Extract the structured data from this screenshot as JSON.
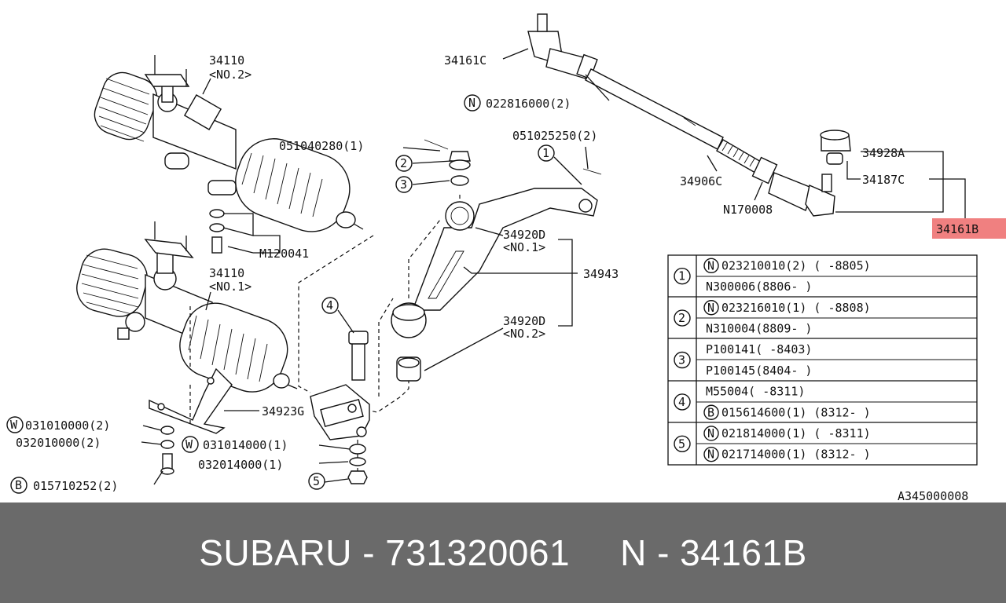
{
  "labels": {
    "p34110_a": "34110",
    "p34110_a_sub": "<NO.2>",
    "p34110_b": "34110",
    "p34110_b_sub": "<NO.1>",
    "p051040280": "051040280(1)",
    "pM120041": "M120041",
    "p34161C": "34161C",
    "p022816000": "022816000(2)",
    "p051025250": "051025250(2)",
    "p34928A": "34928A",
    "p34187C": "34187C",
    "p34906C": "34906C",
    "pN170008": "N170008",
    "p34161B": "34161B",
    "p34920D_a": "34920D",
    "p34920D_a_sub": "<NO.1>",
    "p34943": "34943",
    "p34920D_b": "34920D",
    "p34920D_b_sub": "<NO.2>",
    "p34923G": "34923G",
    "p031010000": "031010000(2)",
    "p032010000": "032010000(2)",
    "p031014000": "031014000(1)",
    "p032014000": "032014000(1)",
    "p015710252": "015710252(2)",
    "n1": "1",
    "n2": "2",
    "n3": "3",
    "n4": "4",
    "n5": "5",
    "circ_N": "N",
    "circ_W": "W",
    "circ_B": "B",
    "diagram_code": "A345000008"
  },
  "legend": [
    {
      "num": "1",
      "rows": [
        {
          "prefix": "N",
          "text": "023210010(2) (  -8805)"
        },
        {
          "prefix": "",
          "text": "N300006(8806-  )"
        }
      ]
    },
    {
      "num": "2",
      "rows": [
        {
          "prefix": "N",
          "text": "023216010(1) (  -8808)"
        },
        {
          "prefix": "",
          "text": "N310004(8809-  )"
        }
      ]
    },
    {
      "num": "3",
      "rows": [
        {
          "prefix": "",
          "text": "P100141(  -8403)"
        },
        {
          "prefix": "",
          "text": "P100145(8404-  )"
        }
      ]
    },
    {
      "num": "4",
      "rows": [
        {
          "prefix": "",
          "text": "M55004(  -8311)"
        },
        {
          "prefix": "B",
          "text": "015614600(1) (8312-  )"
        }
      ]
    },
    {
      "num": "5",
      "rows": [
        {
          "prefix": "N",
          "text": "021814000(1) (  -8311)"
        },
        {
          "prefix": "N",
          "text": "021714000(1) (8312-  )"
        }
      ]
    }
  ],
  "highlight_color": "#f08080",
  "footer": {
    "brand": "SUBARU - 731320061",
    "part": "N - 34161B"
  }
}
